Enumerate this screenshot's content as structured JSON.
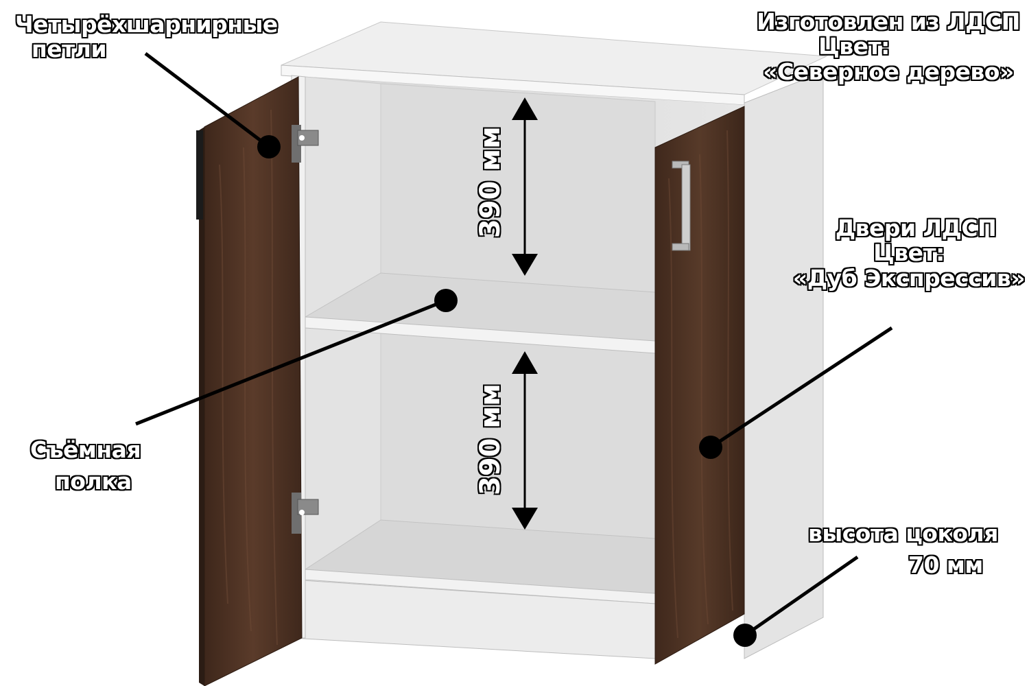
{
  "labels": {
    "hinges": {
      "line1": "Четырёхшарнирные",
      "line2": "петли"
    },
    "material": {
      "line1": "Изготовлен из ЛДСП",
      "line2": "Цвет:",
      "line3": "«Северное дерево»"
    },
    "doors": {
      "line1": "Двери ЛДСП",
      "line2": "Цвет:",
      "line3": "«Дуб Экспрессив»"
    },
    "shelf": {
      "line1": "Съёмная",
      "line2": "полка"
    },
    "plinth": {
      "line1": "высота цоколя",
      "line2": "70 мм"
    }
  },
  "dimensions": {
    "upper": "390 мм",
    "lower": "390 мм"
  },
  "colors": {
    "carcass": "#e9e9e9",
    "door": "#4e3426",
    "line": "#000000"
  }
}
